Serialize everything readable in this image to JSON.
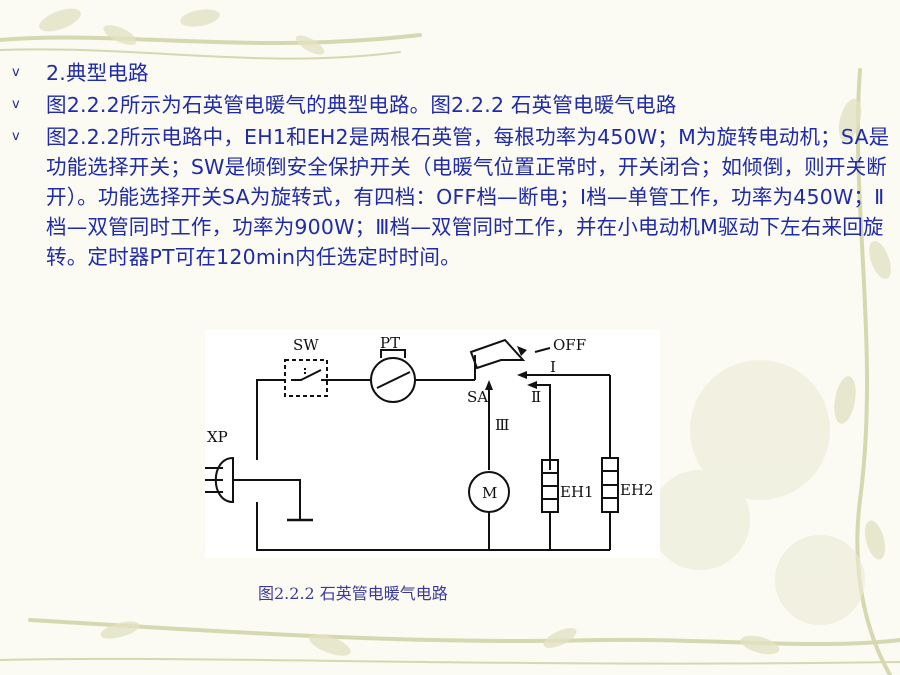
{
  "bullets": [
    {
      "marker": "v",
      "text": "2.典型电路"
    },
    {
      "marker": "v",
      "text": "图2.2.2所示为石英管电暖气的典型电路。图2.2.2  石英管电暖气电路"
    },
    {
      "marker": "v",
      "text": "图2.2.2所示电路中，EH1和EH2是两根石英管，每根功率为450W；M为旋转电动机；SA是功能选择开关；SW是倾倒安全保护开关（电暖气位置正常时，开关闭合；如倾倒，则开关断开）。功能选择开关SA为旋转式，有四档：OFF档—断电；I档—单管工作，功率为450W；Ⅱ档—双管同时工作，功率为900W；Ⅲ档—双管同时工作，并在小电动机M驱动下左右来回旋转。定时器PT可在120min内任选定时时间。"
    }
  ],
  "diagram": {
    "labels": {
      "sw": "SW",
      "pt": "PT",
      "off": "OFF",
      "pos1": "I",
      "sa": "SA",
      "pos2": "Ⅱ",
      "pos3": "Ⅲ",
      "xp": "XP",
      "motor": "M",
      "eh1": "EH1",
      "eh2": "EH2"
    }
  },
  "caption": "图2.2.2  石英管电暖气电路"
}
